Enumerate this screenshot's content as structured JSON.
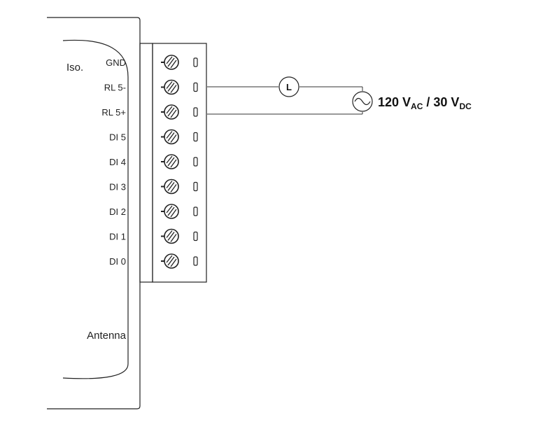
{
  "module": {
    "iso_label": "Iso.",
    "antenna_label": "Antenna",
    "pins": [
      "GND",
      "RL 5-",
      "RL 5+",
      "DI 5",
      "DI 4",
      "DI 3",
      "DI 2",
      "DI 1",
      "DI 0"
    ]
  },
  "circuit": {
    "load_label": "L",
    "source_icon": "ac-source-icon",
    "supply": {
      "ac_value": "120 V",
      "ac_sub": "AC",
      "separator": " / ",
      "dc_value": "30 V",
      "dc_sub": "DC"
    }
  }
}
